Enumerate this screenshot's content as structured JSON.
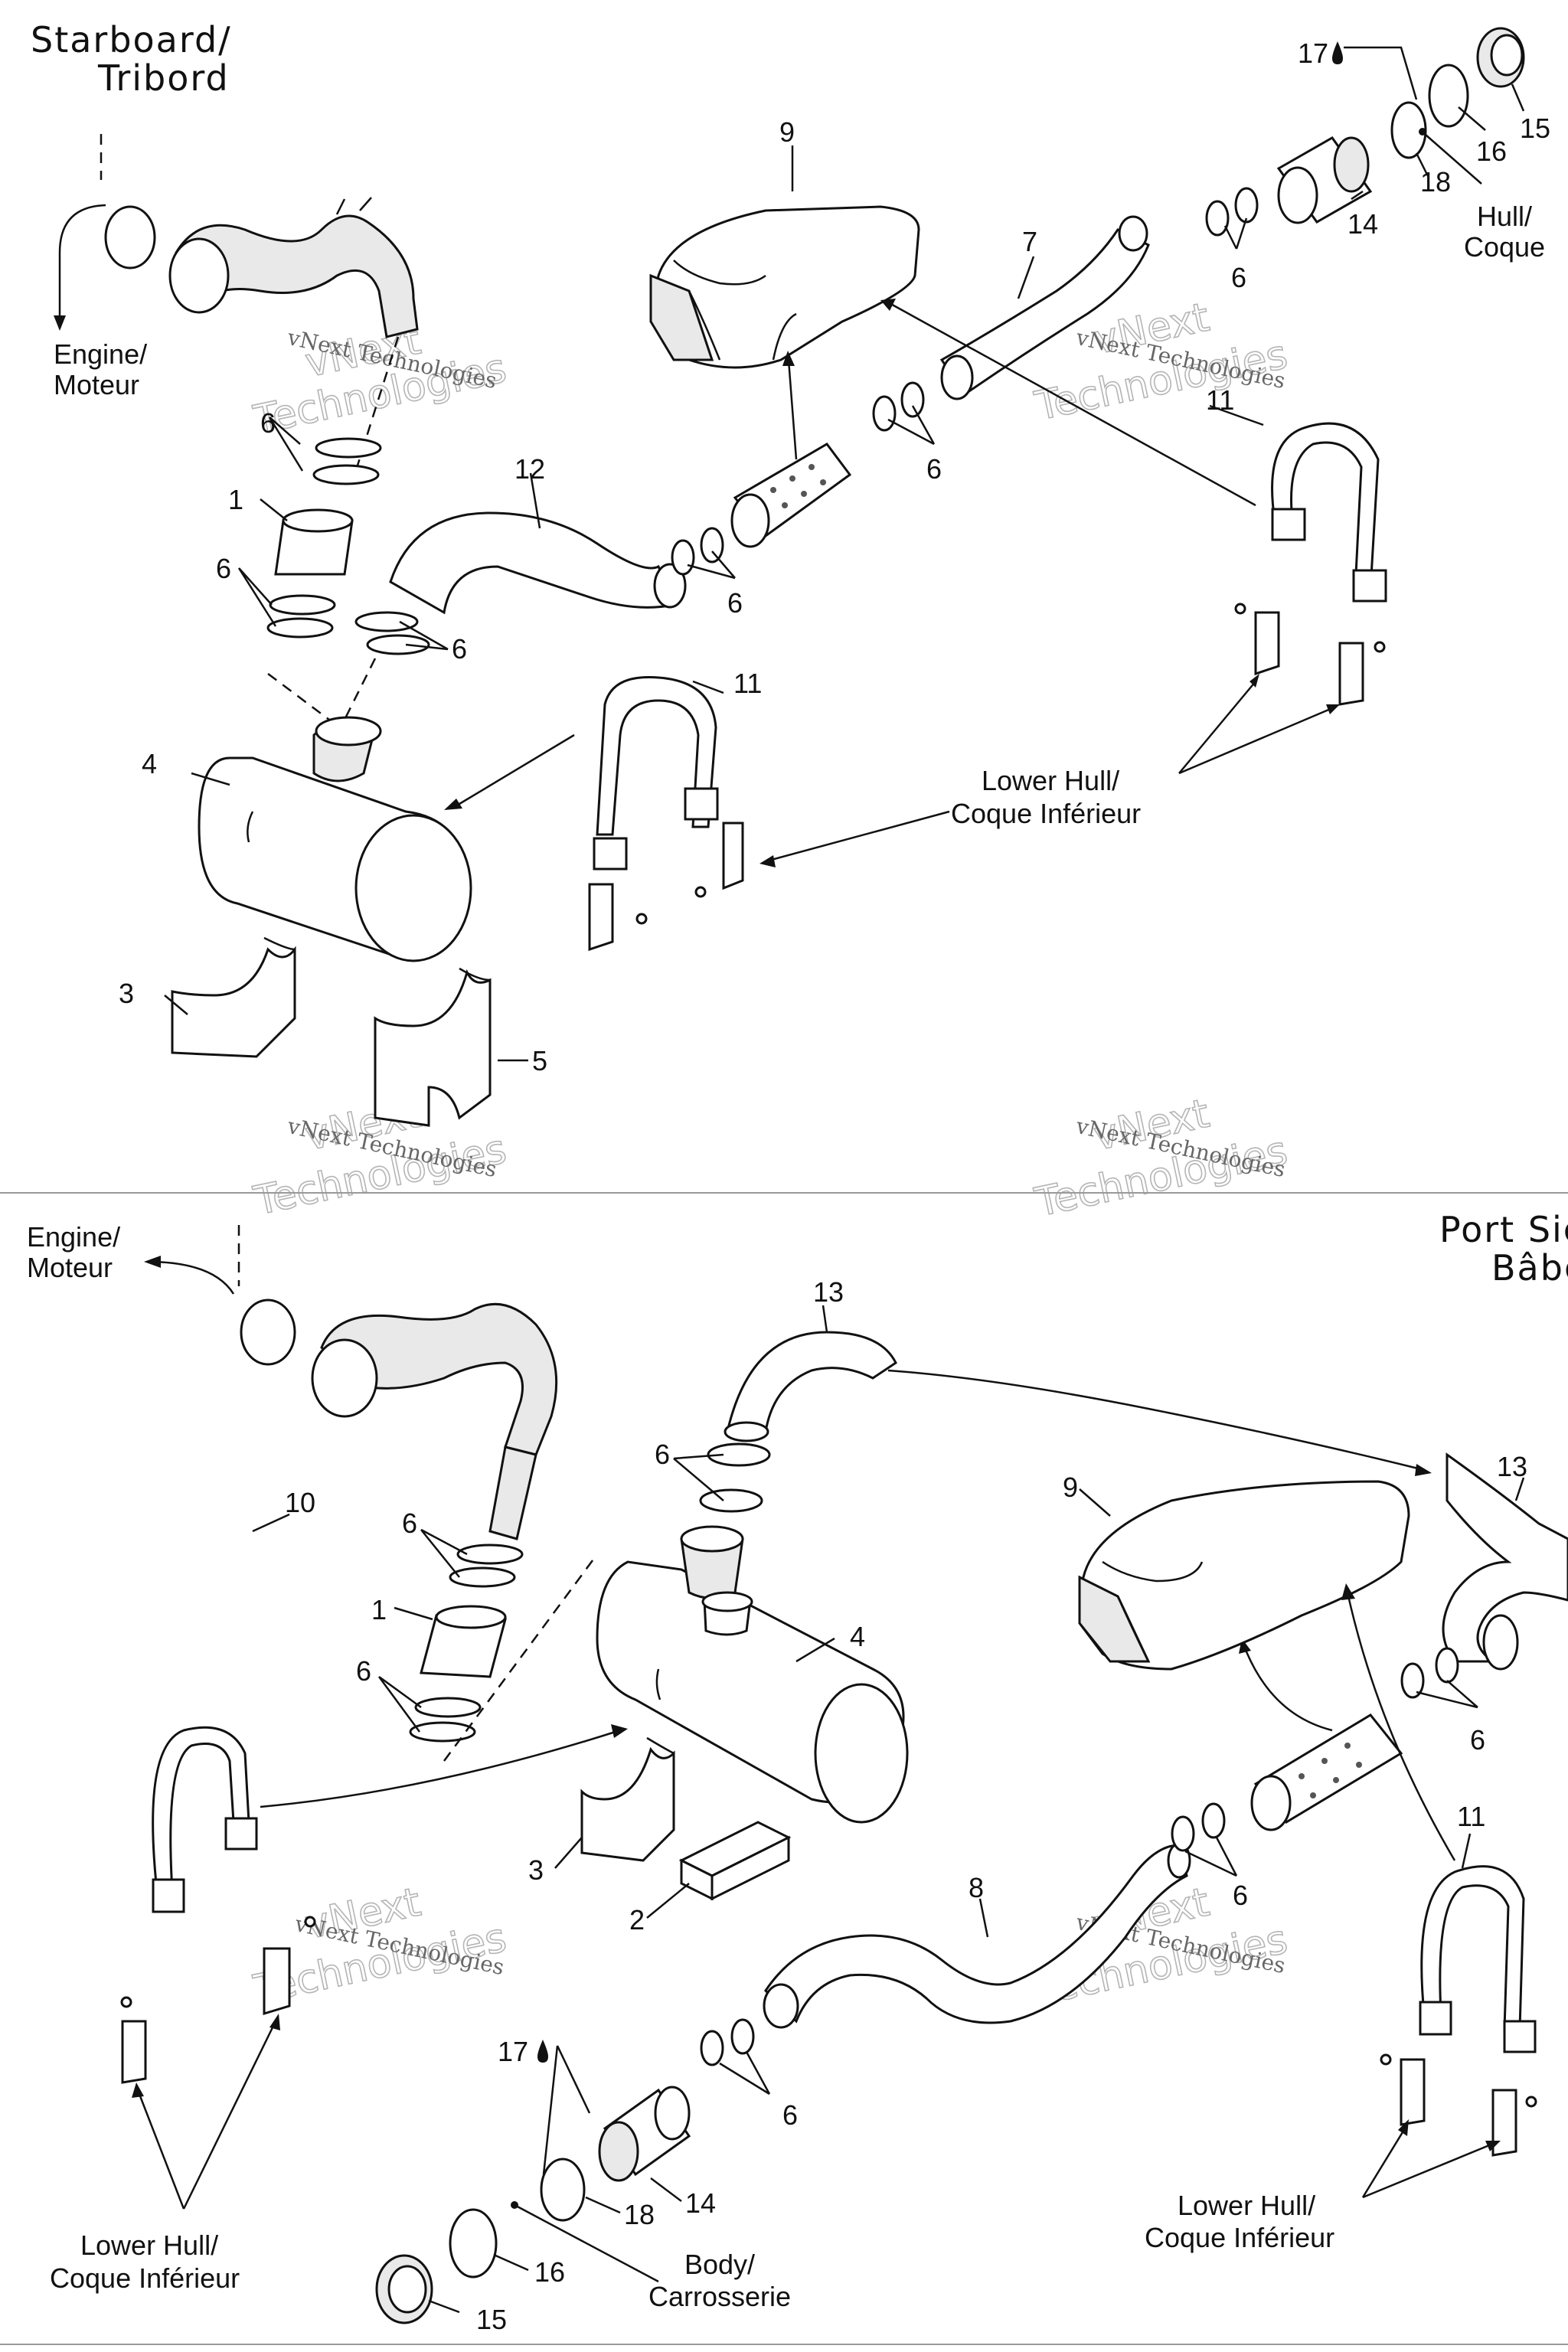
{
  "top_section": {
    "title_line1": "Starboard/",
    "title_line2": "Tribord",
    "engine_line1": "Engine/",
    "engine_line2": "Moteur",
    "hull_line1": "Hull/",
    "hull_line2": "Coque",
    "lower_hull_line1": "Lower Hull/",
    "lower_hull_line2": "Coque Inférieur",
    "callouts": {
      "p1": "1",
      "p3": "3",
      "p4": "4",
      "p5": "5",
      "p6a": "6",
      "p6b": "6",
      "p6c": "6",
      "p6d": "6",
      "p6e": "6",
      "p6f": "6",
      "p7": "7",
      "p9": "9",
      "p11a": "11",
      "p11b": "11",
      "p12": "12",
      "p14": "14",
      "p15": "15",
      "p16": "16",
      "p17": "17",
      "p18": "18"
    }
  },
  "bottom_section": {
    "title_line1": "Port Sic",
    "title_line2": "Bâbc",
    "engine_line1": "Engine/",
    "engine_line2": "Moteur",
    "body_line1": "Body/",
    "body_line2": "Carrosserie",
    "lower_hull_left_line1": "Lower Hull/",
    "lower_hull_left_line2": "Coque Inférieur",
    "lower_hull_right_line1": "Lower Hull/",
    "lower_hull_right_line2": "Coque Inférieur",
    "callouts": {
      "p1": "1",
      "p2": "2",
      "p3": "3",
      "p4": "4",
      "p6a": "6",
      "p6b": "6",
      "p6c": "6",
      "p6d": "6",
      "p6e": "6",
      "p6f": "6",
      "p8": "8",
      "p9": "9",
      "p10": "10",
      "p11": "11",
      "p13a": "13",
      "p13b": "13",
      "p14": "14",
      "p15": "15",
      "p16": "16",
      "p17": "17",
      "p18": "18"
    }
  },
  "watermark": {
    "line1": "vNext Technologies",
    "line2a": "vNext",
    "line2b": "Technologies"
  },
  "symbols": {
    "lubricant_icon": "drop-icon"
  }
}
